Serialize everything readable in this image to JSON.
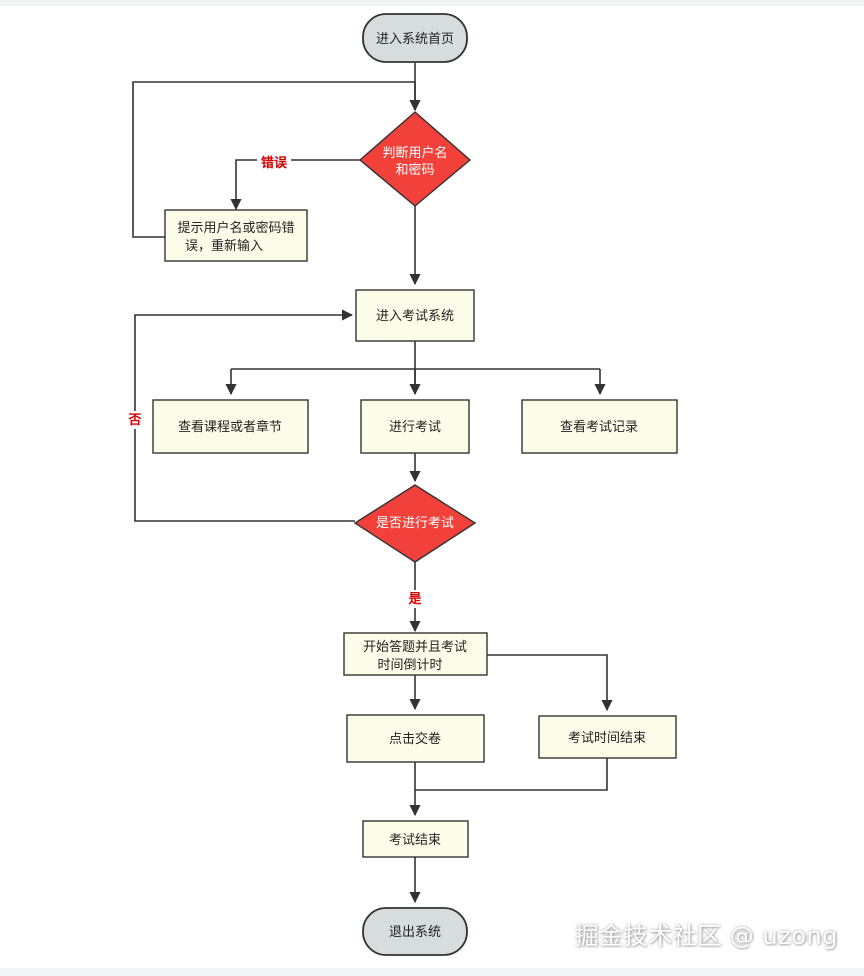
{
  "diagram": {
    "nodes": {
      "start": "进入系统首页",
      "check_user": [
        "判断用户名",
        "和密码"
      ],
      "error_prompt": [
        "提示用户名或密码错",
        "误，重新输入"
      ],
      "exam_system": "进入考试系统",
      "view_course": "查看课程或者章节",
      "take_exam": "进行考试",
      "view_records": "查看考试记录",
      "decide_exam": "是否进行考试",
      "start_answer": [
        "开始答题并且考试",
        "时间倒计时"
      ],
      "submit": "点击交卷",
      "time_end": "考试时间结束",
      "exam_end": "考试结束",
      "exit": "退出系统"
    },
    "edge_labels": {
      "error": "错误",
      "no": "否",
      "yes": "是"
    }
  },
  "watermark": "掘金技术社区 @ uzong",
  "colors": {
    "terminal_fill": "#d7dcdd",
    "process_fill": "#fcfde8",
    "decision_fill": "#f2403a",
    "stroke": "#333333",
    "label_red": "#d40000"
  }
}
